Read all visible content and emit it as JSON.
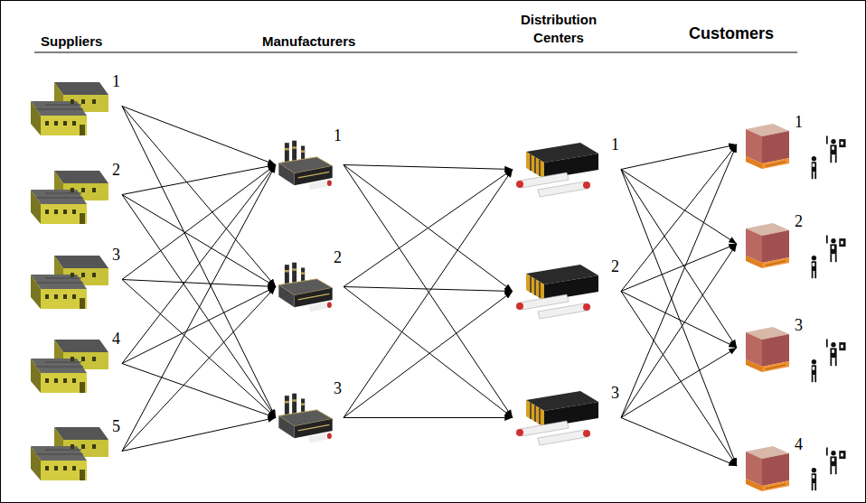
{
  "diagram": {
    "nodes": [
      {
        "text": [
          "1"
        ]
      },
      {
        "text": [
          "2"
        ]
      },
      {
        "text": [
          "3"
        ]
      },
      {
        "text": [
          "4"
        ]
      },
      {
        "text": [
          "5"
        ]
      },
      {
        "text": [
          "1"
        ]
      },
      {
        "text": [
          "2"
        ]
      },
      {
        "text": [
          "3"
        ]
      },
      {
        "text": [
          "1"
        ]
      },
      {
        "text": [
          "2"
        ]
      },
      {
        "text": [
          "3"
        ]
      },
      {
        "text": [
          "1"
        ]
      },
      {
        "text": [
          "2"
        ]
      },
      {
        "text": [
          "3"
        ]
      },
      {
        "text": [
          "4"
        ]
      }
    ],
    "edges": [
      {
        "from": 0,
        "to": 5,
        "arrow": "to"
      },
      {
        "from": 0,
        "to": 6,
        "arrow": "to"
      },
      {
        "from": 0,
        "to": 7,
        "arrow": "to"
      },
      {
        "from": 1,
        "to": 5,
        "arrow": "to"
      },
      {
        "from": 1,
        "to": 6,
        "arrow": "to"
      },
      {
        "from": 1,
        "to": 7,
        "arrow": "to"
      },
      {
        "from": 2,
        "to": 5,
        "arrow": "to"
      },
      {
        "from": 2,
        "to": 6,
        "arrow": "to"
      },
      {
        "from": 2,
        "to": 7,
        "arrow": "to"
      },
      {
        "from": 3,
        "to": 5,
        "arrow": "to"
      },
      {
        "from": 3,
        "to": 6,
        "arrow": "to"
      },
      {
        "from": 3,
        "to": 7,
        "arrow": "to"
      },
      {
        "from": 4,
        "to": 5,
        "arrow": "to"
      },
      {
        "from": 4,
        "to": 6,
        "arrow": "to"
      },
      {
        "from": 4,
        "to": 7,
        "arrow": "to"
      },
      {
        "from": 5,
        "to": 8,
        "arrow": "to"
      },
      {
        "from": 5,
        "to": 9,
        "arrow": "to"
      },
      {
        "from": 5,
        "to": 10,
        "arrow": "to"
      },
      {
        "from": 6,
        "to": 8,
        "arrow": "to"
      },
      {
        "from": 6,
        "to": 9,
        "arrow": "to"
      },
      {
        "from": 6,
        "to": 10,
        "arrow": "to"
      },
      {
        "from": 7,
        "to": 8,
        "arrow": "to"
      },
      {
        "from": 7,
        "to": 9,
        "arrow": "to"
      },
      {
        "from": 7,
        "to": 10,
        "arrow": "to"
      },
      {
        "from": 8,
        "to": 11,
        "arrow": "to"
      },
      {
        "from": 8,
        "to": 12,
        "arrow": "to"
      },
      {
        "from": 8,
        "to": 13,
        "arrow": "to"
      },
      {
        "from": 8,
        "to": 14,
        "arrow": "to"
      },
      {
        "from": 9,
        "to": 11,
        "arrow": "to"
      },
      {
        "from": 9,
        "to": 12,
        "arrow": "to"
      },
      {
        "from": 9,
        "to": 13,
        "arrow": "to"
      },
      {
        "from": 9,
        "to": 14,
        "arrow": "to"
      },
      {
        "from": 10,
        "to": 11,
        "arrow": "to"
      },
      {
        "from": 10,
        "to": 12,
        "arrow": "to"
      },
      {
        "from": 10,
        "to": 13,
        "arrow": "to"
      },
      {
        "from": 10,
        "to": 14,
        "arrow": "to"
      }
    ],
    "labels": [
      "Suppliers",
      "Manufacturers",
      "Distribution Centers",
      "Customers"
    ]
  }
}
